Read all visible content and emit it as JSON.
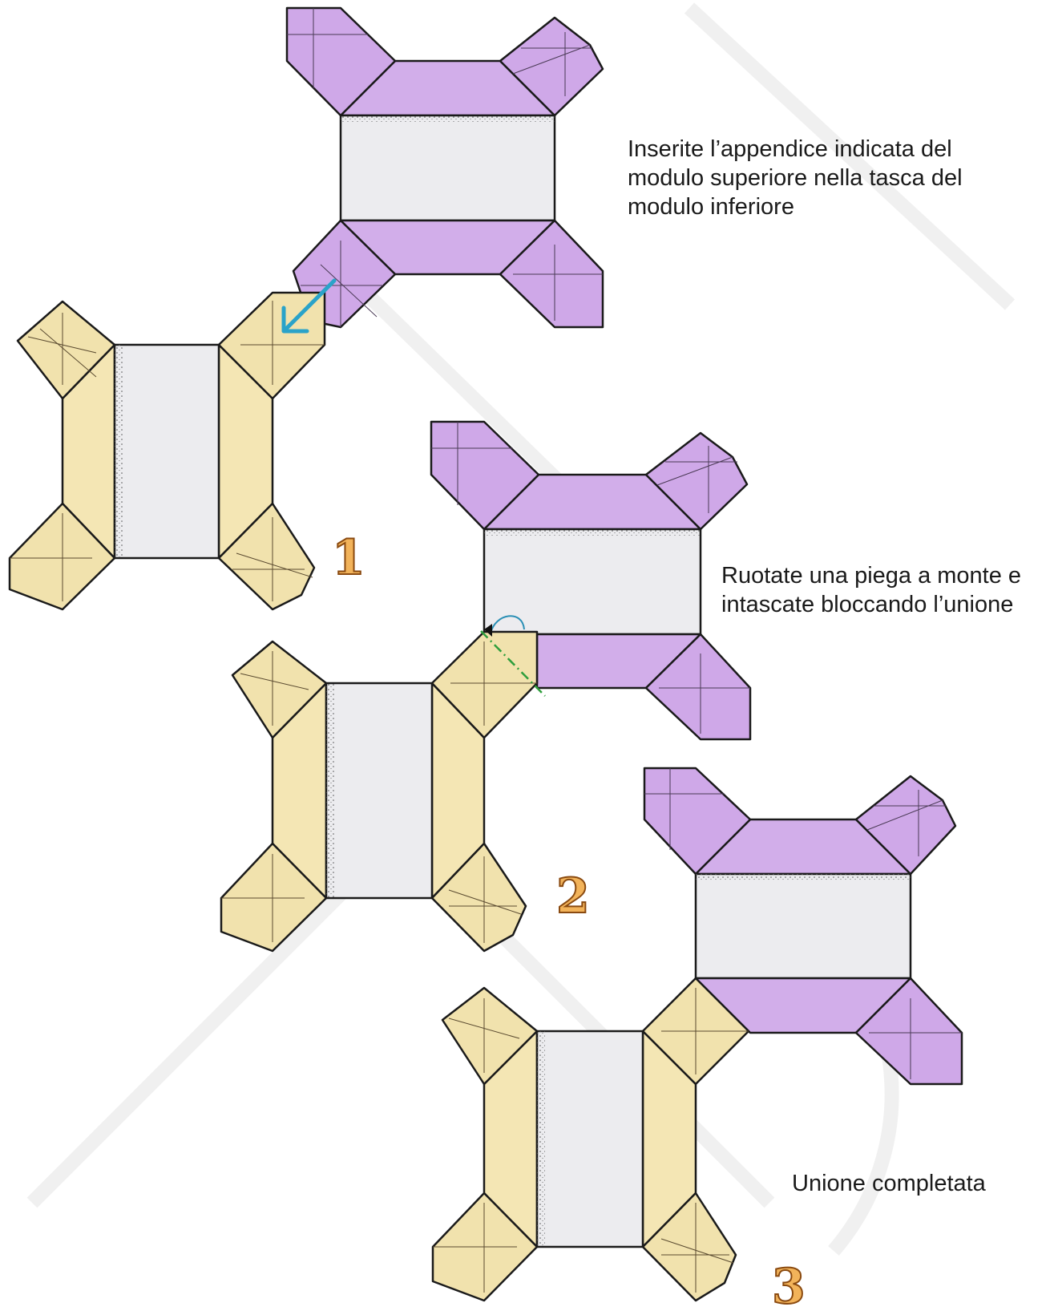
{
  "colors": {
    "module_top": "#d2aeea",
    "module_bottom": "#f4e6b4",
    "pocket": "#ececef",
    "outline": "#1a1a1a",
    "arrow": "#2aa3c9",
    "fold_line": "#2e9e3c",
    "step_number": "#f2b35a"
  },
  "captions": {
    "step1": "Inserite l’appendice indicata del\nmodulo superiore nella tasca del\nmodulo inferiore",
    "step2": "Ruotate una piega a monte e\nintascate bloccando l’unione",
    "step3": "Unione completata"
  },
  "step_numbers": {
    "step1": "1",
    "step2": "2",
    "step3": "3"
  },
  "icons": {
    "insert_arrow": "arrow-down-left-icon",
    "rotate_arrow": "curved-arrow-icon",
    "mountain_fold": "mountain-fold-line"
  }
}
